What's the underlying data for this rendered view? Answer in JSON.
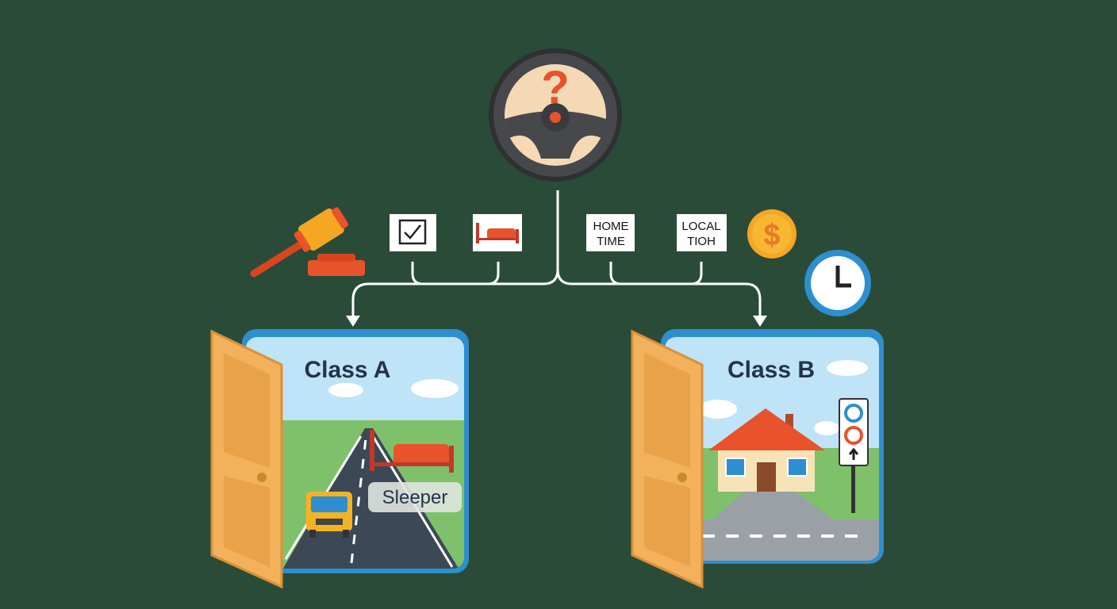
{
  "center": {
    "icon": "steering-wheel-question-icon",
    "symbol": "?"
  },
  "factors_left": [
    {
      "icon": "checklist-clipboard-icon"
    },
    {
      "icon": "sleeper-bed-icon"
    }
  ],
  "factors_right": [
    {
      "line1": "HOME",
      "line2": "TIME"
    },
    {
      "line1": "LOCAL",
      "line2": "TIOH"
    }
  ],
  "decor": {
    "gavel": "gavel-icon",
    "coin": "$",
    "clock": "clock-icon"
  },
  "class_a": {
    "title": "Class A",
    "badge": "Sleeper"
  },
  "class_b": {
    "title": "Class B"
  },
  "colors": {
    "background": "#2a4b38",
    "panel_border": "#2d8fcf",
    "door": "#f2b15a",
    "accent": "#e8532b"
  }
}
